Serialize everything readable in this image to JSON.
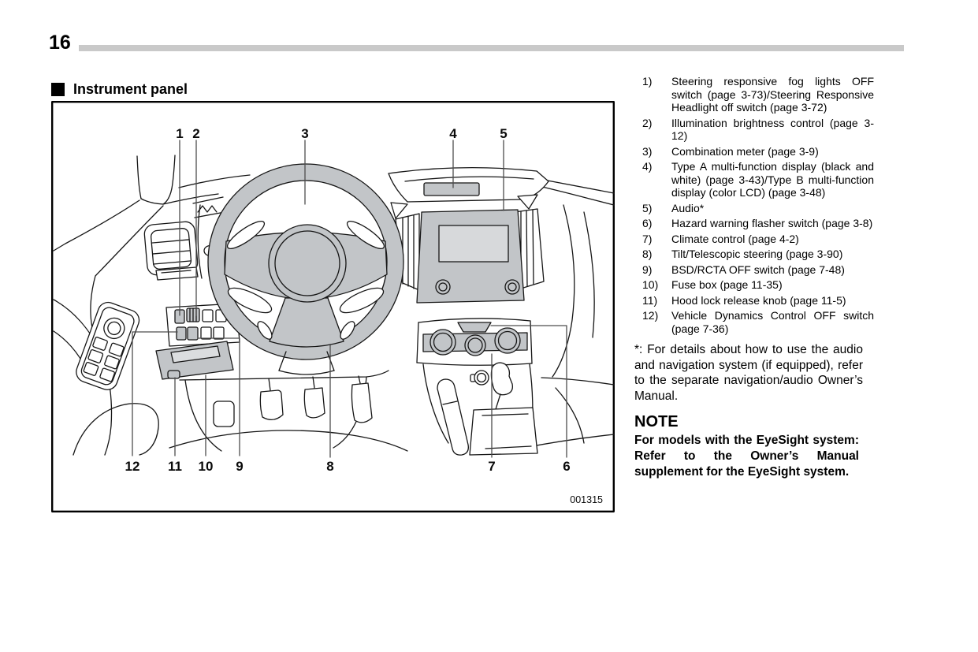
{
  "page": {
    "number": "16",
    "section_marker": "■",
    "section_title": "Instrument panel",
    "figure_code": "001315"
  },
  "diagram": {
    "callouts_top": [
      "1",
      "2",
      "3",
      "4",
      "5"
    ],
    "callouts_bottom": [
      "12",
      "11",
      "10",
      "9",
      "8",
      "7",
      "6"
    ]
  },
  "legend": {
    "items": [
      {
        "num": "1)",
        "text": "Steering responsive fog lights OFF switch (page 3-73)/Steering Responsive Headlight off switch (page 3-72)"
      },
      {
        "num": "2)",
        "text": "Illumination brightness control (page 3-12)"
      },
      {
        "num": "3)",
        "text": "Combination meter (page 3-9)"
      },
      {
        "num": "4)",
        "text": "Type A multi-function display (black and white) (page 3-43)/Type B multi-function display (color LCD) (page 3-48)"
      },
      {
        "num": "5)",
        "text": "Audio*"
      },
      {
        "num": "6)",
        "text": "Hazard warning flasher switch (page 3-8)"
      },
      {
        "num": "7)",
        "text": "Climate control (page 4-2)"
      },
      {
        "num": "8)",
        "text": "Tilt/Telescopic steering (page 3-90)"
      },
      {
        "num": "9)",
        "text": "BSD/RCTA OFF switch (page 7-48)"
      },
      {
        "num": "10)",
        "text": "Fuse box (page 11-35)"
      },
      {
        "num": "11)",
        "text": "Hood lock release knob (page 11-5)"
      },
      {
        "num": "12)",
        "text": "Vehicle Dynamics Control OFF switch (page 7-36)"
      }
    ]
  },
  "footnote": "*: For details about how to use the audio and navigation system (if equipped), refer to the separate navigation/audio Owner’s Manual.",
  "note": {
    "title": "NOTE",
    "body": "For models with the EyeSight system: Refer to the Owner’s Manual supplement for the EyeSight system."
  },
  "colors": {
    "line": "#161616",
    "fill_gray": "#c2c5c8",
    "screen_gray": "#d7d9db",
    "rule_gray": "#c9c9c9"
  }
}
